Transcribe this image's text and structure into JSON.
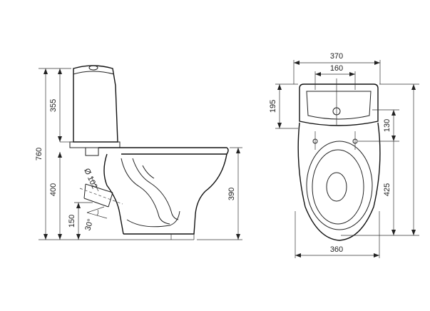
{
  "side_view": {
    "dim_total_height": "760",
    "dim_tank_height": "355",
    "dim_seat_height": "400",
    "dim_outlet_height": "150",
    "dim_pipe_diameter": "Ø 102",
    "dim_outlet_angle": "30°",
    "dim_bowl_height": "390"
  },
  "top_view": {
    "dim_tank_width": "370",
    "dim_hole_spacing": "160",
    "dim_tank_depth": "195",
    "dim_bolt_offset": "130",
    "dim_bowl_length": "425",
    "dim_bowl_width": "360"
  }
}
